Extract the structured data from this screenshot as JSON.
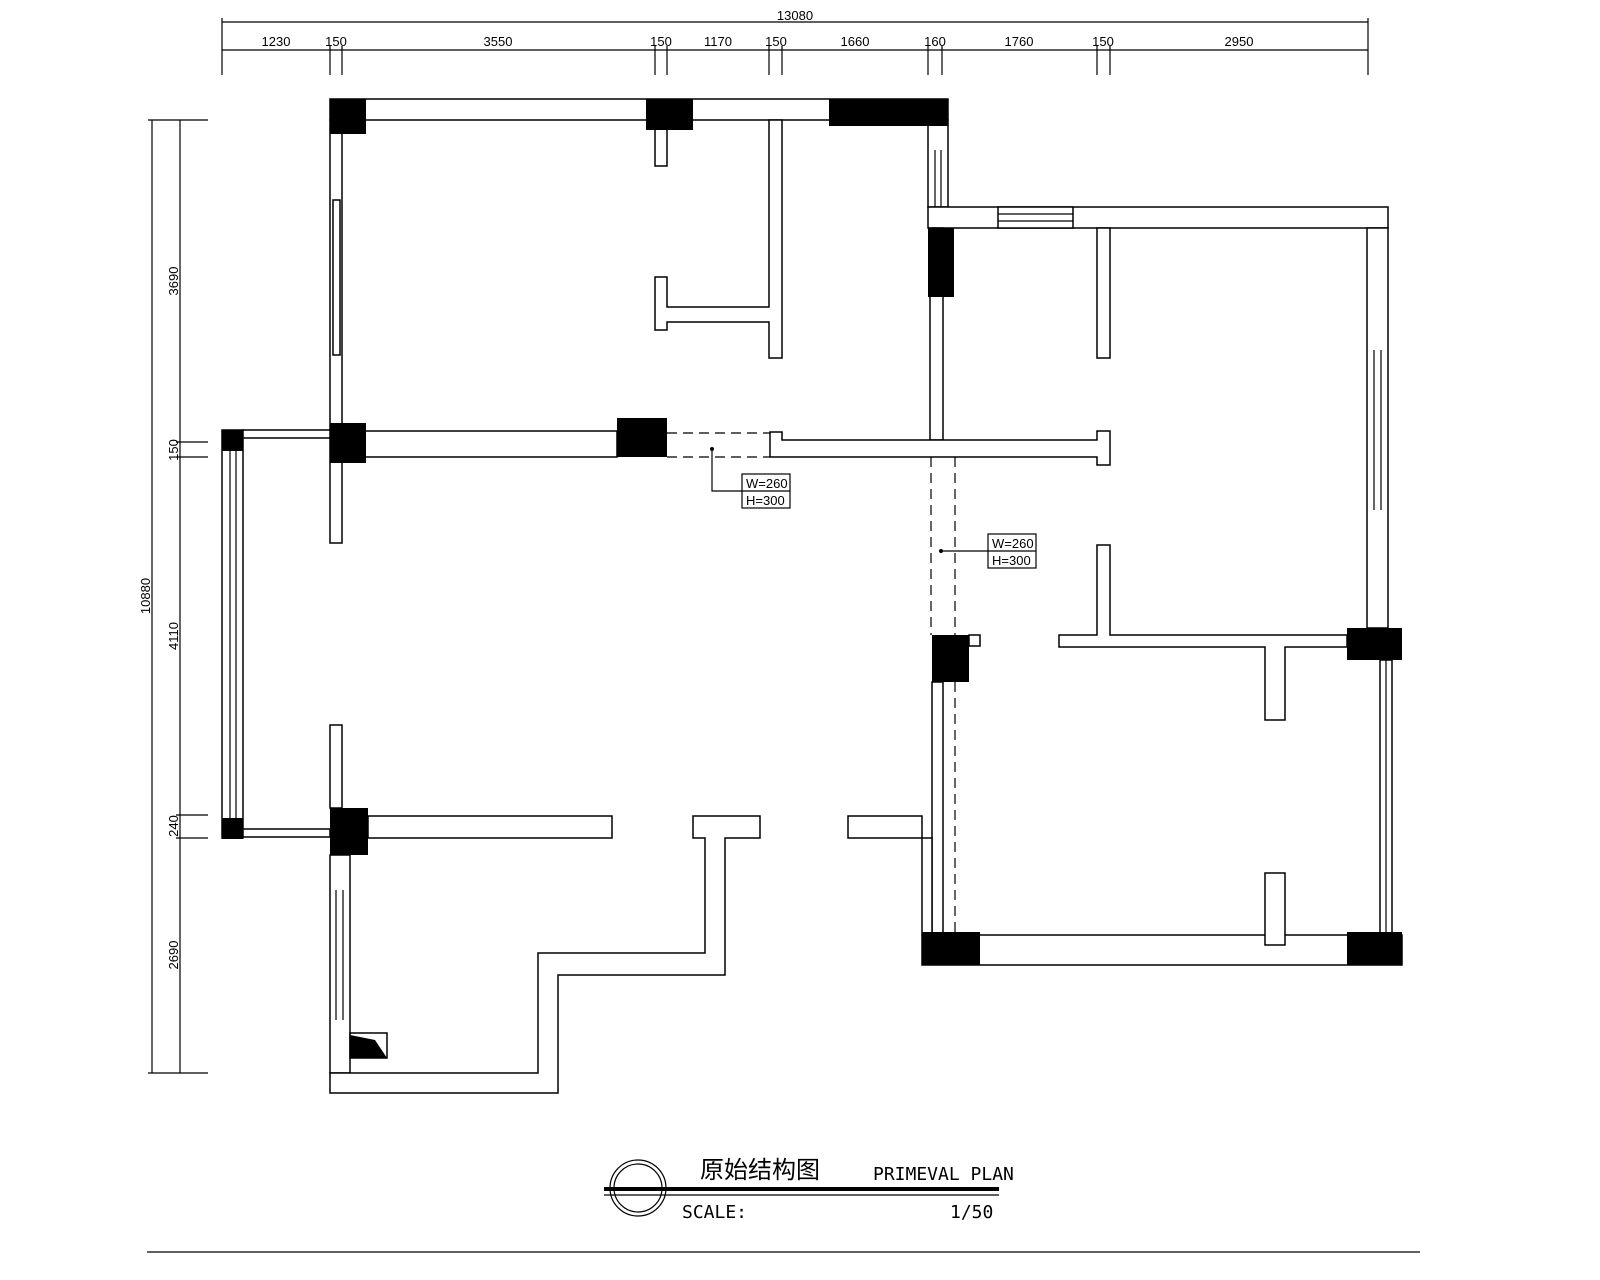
{
  "dimensions": {
    "top_total": "13080",
    "top": [
      "1230",
      "150",
      "3550",
      "150",
      "1170",
      "150",
      "1660",
      "160",
      "1760",
      "150",
      "2950"
    ],
    "left_total": "10880",
    "left": [
      "3690",
      "150",
      "4110",
      "240",
      "2690"
    ]
  },
  "openings": [
    {
      "w": "W=260",
      "h": "H=300"
    },
    {
      "w": "W=260",
      "h": "H=300"
    }
  ],
  "title": {
    "chinese": "原始结构图",
    "english": "PRIMEVAL PLAN",
    "scale_label": "SCALE:",
    "scale_value": "1/50"
  }
}
